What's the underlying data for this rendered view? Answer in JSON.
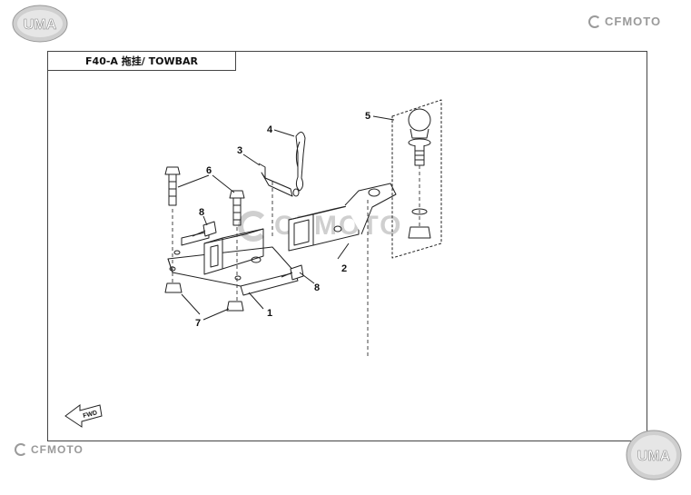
{
  "header": {
    "left_logo_text": "UMA",
    "right_logo_text": "CFMOTO"
  },
  "diagram": {
    "title": "F40-A 拖挂/ TOWBAR",
    "watermark_text": "CFMOTO",
    "callouts": [
      "1",
      "2",
      "3",
      "4",
      "5",
      "6",
      "7",
      "8",
      "8"
    ]
  },
  "footer": {
    "left_logo_text": "CFMOTO",
    "right_logo_text": "UMA"
  },
  "fwd_label": "FWD"
}
